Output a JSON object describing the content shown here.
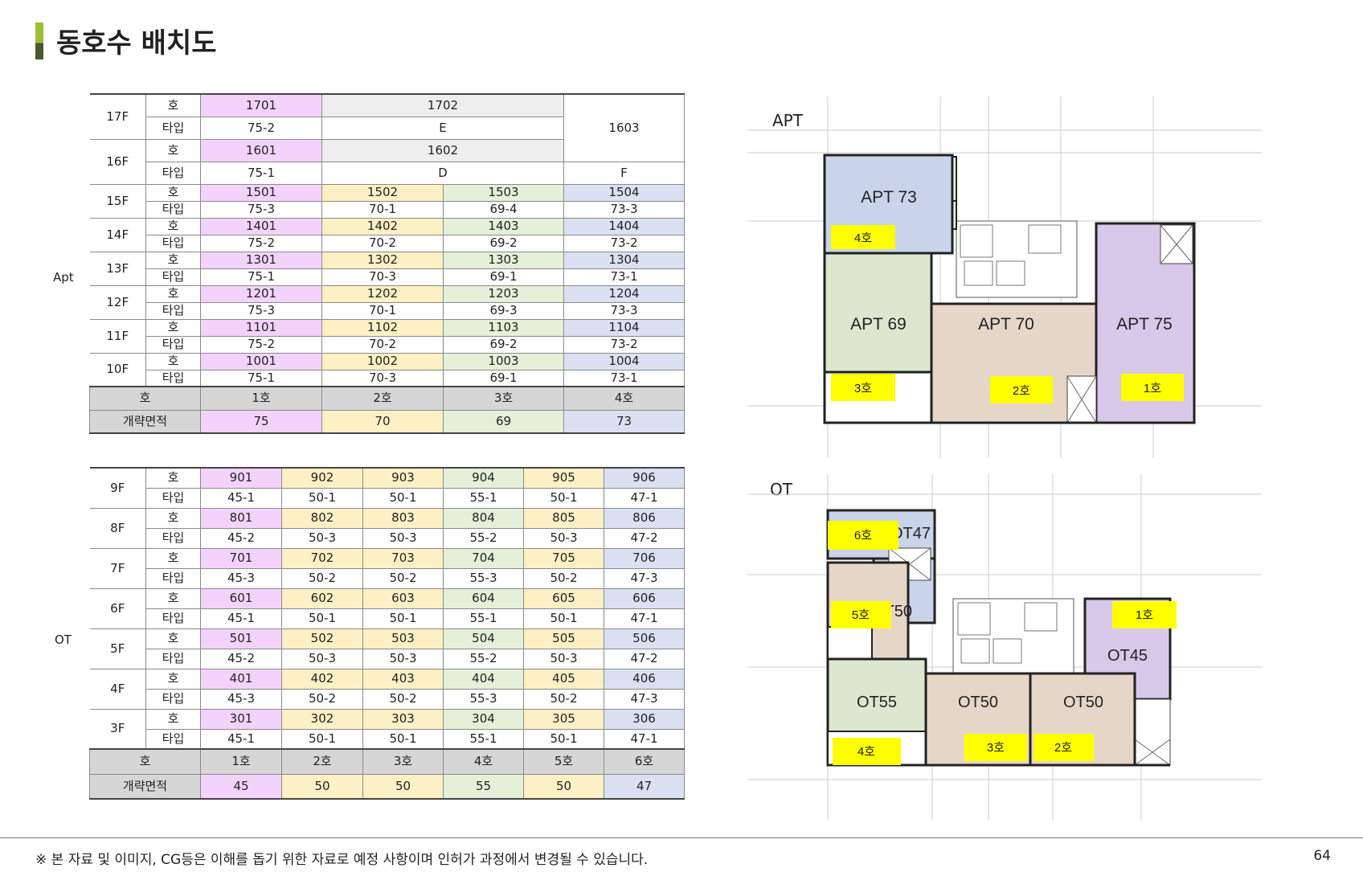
{
  "page": {
    "title": "동호수 배치도",
    "footnote": "※ 본 자료 및 이미지, CG등은 이해를 돕기 위한 자료로 예정 사항이며 인허가 과정에서 변경될 수 있습니다.",
    "page_number": "64"
  },
  "labels": {
    "ho": "호",
    "type": "타입",
    "area": "개략면적"
  },
  "apt": {
    "group_label": "Apt",
    "top": {
      "f17": {
        "floor": "17F",
        "u1_ho": "1701",
        "u1_type": "75-2",
        "u2_ho": "1702",
        "u2_type": "E",
        "u4": "1603"
      },
      "f16": {
        "floor": "16F",
        "u1_ho": "1601",
        "u1_type": "75-1",
        "u2_ho": "1602",
        "u2_type": "D",
        "u4_type": "F"
      }
    },
    "floors": [
      {
        "floor": "15F",
        "ho": [
          "1501",
          "1502",
          "1503",
          "1504"
        ],
        "type": [
          "75-3",
          "70-1",
          "69-4",
          "73-3"
        ]
      },
      {
        "floor": "14F",
        "ho": [
          "1401",
          "1402",
          "1403",
          "1404"
        ],
        "type": [
          "75-2",
          "70-2",
          "69-2",
          "73-2"
        ]
      },
      {
        "floor": "13F",
        "ho": [
          "1301",
          "1302",
          "1303",
          "1304"
        ],
        "type": [
          "75-1",
          "70-3",
          "69-1",
          "73-1"
        ]
      },
      {
        "floor": "12F",
        "ho": [
          "1201",
          "1202",
          "1203",
          "1204"
        ],
        "type": [
          "75-3",
          "70-1",
          "69-3",
          "73-3"
        ]
      },
      {
        "floor": "11F",
        "ho": [
          "1101",
          "1102",
          "1103",
          "1104"
        ],
        "type": [
          "75-2",
          "70-2",
          "69-2",
          "73-2"
        ]
      },
      {
        "floor": "10F",
        "ho": [
          "1001",
          "1002",
          "1003",
          "1004"
        ],
        "type": [
          "75-1",
          "70-3",
          "69-1",
          "73-1"
        ]
      }
    ],
    "summary_ho": [
      "1호",
      "2호",
      "3호",
      "4호"
    ],
    "summary_area": [
      "75",
      "70",
      "69",
      "73"
    ]
  },
  "ot": {
    "group_label": "OT",
    "floors": [
      {
        "floor": "9F",
        "ho": [
          "901",
          "902",
          "903",
          "904",
          "905",
          "906"
        ],
        "type": [
          "45-1",
          "50-1",
          "50-1",
          "55-1",
          "50-1",
          "47-1"
        ]
      },
      {
        "floor": "8F",
        "ho": [
          "801",
          "802",
          "803",
          "804",
          "805",
          "806"
        ],
        "type": [
          "45-2",
          "50-3",
          "50-3",
          "55-2",
          "50-3",
          "47-2"
        ]
      },
      {
        "floor": "7F",
        "ho": [
          "701",
          "702",
          "703",
          "704",
          "705",
          "706"
        ],
        "type": [
          "45-3",
          "50-2",
          "50-2",
          "55-3",
          "50-2",
          "47-3"
        ]
      },
      {
        "floor": "6F",
        "ho": [
          "601",
          "602",
          "603",
          "604",
          "605",
          "606"
        ],
        "type": [
          "45-1",
          "50-1",
          "50-1",
          "55-1",
          "50-1",
          "47-1"
        ]
      },
      {
        "floor": "5F",
        "ho": [
          "501",
          "502",
          "503",
          "504",
          "505",
          "506"
        ],
        "type": [
          "45-2",
          "50-3",
          "50-3",
          "55-2",
          "50-3",
          "47-2"
        ]
      },
      {
        "floor": "4F",
        "ho": [
          "401",
          "402",
          "403",
          "404",
          "405",
          "406"
        ],
        "type": [
          "45-3",
          "50-2",
          "50-2",
          "55-3",
          "50-2",
          "47-3"
        ]
      },
      {
        "floor": "3F",
        "ho": [
          "301",
          "302",
          "303",
          "304",
          "305",
          "306"
        ],
        "type": [
          "45-1",
          "50-1",
          "50-1",
          "55-1",
          "50-1",
          "47-1"
        ]
      }
    ],
    "summary_ho": [
      "1호",
      "2호",
      "3호",
      "4호",
      "5호",
      "6호"
    ],
    "summary_area": [
      "45",
      "50",
      "50",
      "55",
      "50",
      "47"
    ]
  },
  "plans": {
    "apt": {
      "label": "APT",
      "units": [
        {
          "name": "APT 73",
          "tag": "4호"
        },
        {
          "name": "APT 69",
          "tag": "3호"
        },
        {
          "name": "APT 70",
          "tag": "2호"
        },
        {
          "name": "APT 75",
          "tag": "1호"
        }
      ]
    },
    "ot": {
      "label": "OT",
      "units": [
        {
          "name": "OT47",
          "tag": "6호"
        },
        {
          "name": "OT50",
          "tag": "5호"
        },
        {
          "name": "OT45",
          "tag": "1호"
        },
        {
          "name": "OT55",
          "tag": "4호"
        },
        {
          "name": "OT50",
          "tag": "3호"
        },
        {
          "name": "OT50",
          "tag": "2호"
        }
      ]
    }
  },
  "colors": {
    "purple": "#f3d3fb",
    "yellow": "#fdf0c4",
    "green": "#e4f0d8",
    "blue": "#d9e1f3",
    "highlight": "#ffff00"
  }
}
